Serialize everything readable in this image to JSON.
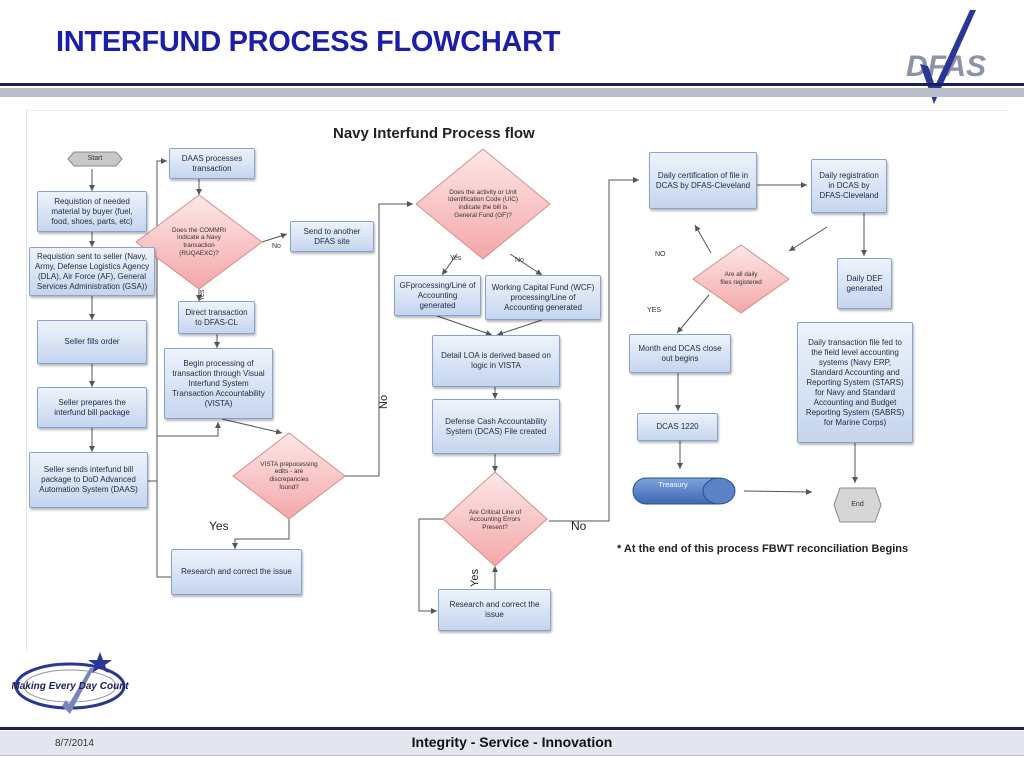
{
  "slide": {
    "title": "INTERFUND PROCESS FLOWCHART",
    "date": "8/7/2014",
    "tagline": "Integrity - Service - Innovation",
    "logo_top_icon": "dfas-logo-icon",
    "logo_bottom_icon": "making-every-day-count-logo-icon",
    "logo_bottom_text": "Making Every Day Count",
    "logo_top_text": "DFAS"
  },
  "diagram": {
    "title": "Navy Interfund Process flow",
    "footnote": "*  At the end of this process FBWT reconciliation Begins",
    "nodes": {
      "start": "Start",
      "requisition": "Requistion of needed material by buyer (fuel, food, shoes, parts, etc)",
      "sent_to_seller": "Requistion sent to seller (Navy, Army, Defense Logistics Agency (DLA), Air Force (AF), General Services Administration (GSA))",
      "seller_fills": "Seller fills order",
      "seller_prepares": "Seller prepares the interfund bill package",
      "seller_sends": "Seller sends interfund bill package to DoD Advanced Automation System (DAAS)",
      "daas_processes": "DAAS processes transaction",
      "dec_commri": "Does the COMMRI indicate a Navy transaction (RUQAEXC)?",
      "send_another": "Send to another DFAS site",
      "direct_transaction": "Direct transaction to DFAS-CL",
      "begin_vista": "Begin processing of transaction through Visual Interfund System Transaction Accountability (VISTA)",
      "dec_vista": "VISTA prepocessing edits - are discrepancies found?",
      "research1": "Research and correct the issue",
      "dec_uic": "Does the activity or Unit Identification Code (UIC) indicate the bill is General Fund (GF)?",
      "gf_processing": "GFprocessing/Line of Accounting generated",
      "wcf_processing": "Working Capital Fund (WCF) processing/Line of Accounting generated",
      "detail_loa": "Detail LOA is derived based on logic in VISTA",
      "dcas_file": "Defense Cash Accountability System (DCAS) File created",
      "dec_critical": "Are Critical Line of Accounting Errors Present?",
      "research2": "Research and correct the issue",
      "daily_cert": "Daily certification of file in DCAS by DFAS-Cleveland",
      "daily_reg": "Daily registration in DCAS by DFAS-Cleveland",
      "dec_registered": "Are all daily files registered",
      "daily_def": "Daily DEF generated",
      "month_end": "Month end DCAS close out begins",
      "dcas_1220": "DCAS 1220",
      "treasury": "Treasury",
      "daily_transaction": "Daily transaction file fed to the field level accounting systems (Navy ERP, Standard Accounting and Reporting System (STARS) for Navy and Standard Accounting and Budget Reporting System (SABRS) for Marine Corps)",
      "end": "End"
    },
    "labels": {
      "commri_no": "No",
      "commri_yes": "Yes",
      "vista_yes": "Yes",
      "vista_no": "No",
      "uic_yes": "Yes",
      "uic_no": "No",
      "critical_yes": "Yes",
      "critical_no": "No",
      "registered_no": "NO",
      "registered_yes": "YES"
    }
  }
}
